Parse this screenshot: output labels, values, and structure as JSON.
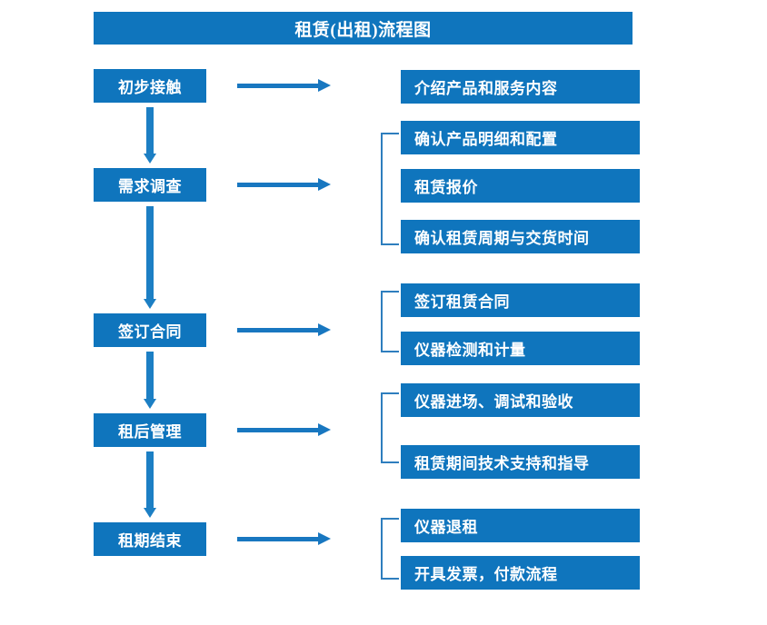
{
  "diagram": {
    "title": "租赁(出租)流程图",
    "accent_color": "#0F75BD",
    "arrow_color": "#1877C0",
    "bracket_color": "#2E7EBE",
    "text_color": "#FFFFFF",
    "background_color": "#FFFFFF"
  },
  "stages": [
    {
      "label": "初步接触"
    },
    {
      "label": "需求调查"
    },
    {
      "label": "签订合同"
    },
    {
      "label": "租后管理"
    },
    {
      "label": "租期结束"
    }
  ],
  "groups": [
    {
      "stage": "初步接触",
      "has_bracket": false,
      "items": [
        {
          "label": "介绍产品和服务内容"
        }
      ]
    },
    {
      "stage": "需求调查",
      "has_bracket": true,
      "items": [
        {
          "label": "确认产品明细和配置"
        },
        {
          "label": "租赁报价"
        },
        {
          "label": "确认租赁周期与交货时间"
        }
      ]
    },
    {
      "stage": "签订合同",
      "has_bracket": true,
      "items": [
        {
          "label": "签订租赁合同"
        },
        {
          "label": "仪器检测和计量"
        }
      ]
    },
    {
      "stage": "租后管理",
      "has_bracket": true,
      "items": [
        {
          "label": "仪器进场、调试和验收"
        },
        {
          "label": "租赁期间技术支持和指导"
        }
      ]
    },
    {
      "stage": "租期结束",
      "has_bracket": true,
      "items": [
        {
          "label": "仪器退租"
        },
        {
          "label": "开具发票，付款流程"
        }
      ]
    }
  ],
  "connectors": {
    "vertical_arrows": 4,
    "horizontal_arrows": 5
  }
}
